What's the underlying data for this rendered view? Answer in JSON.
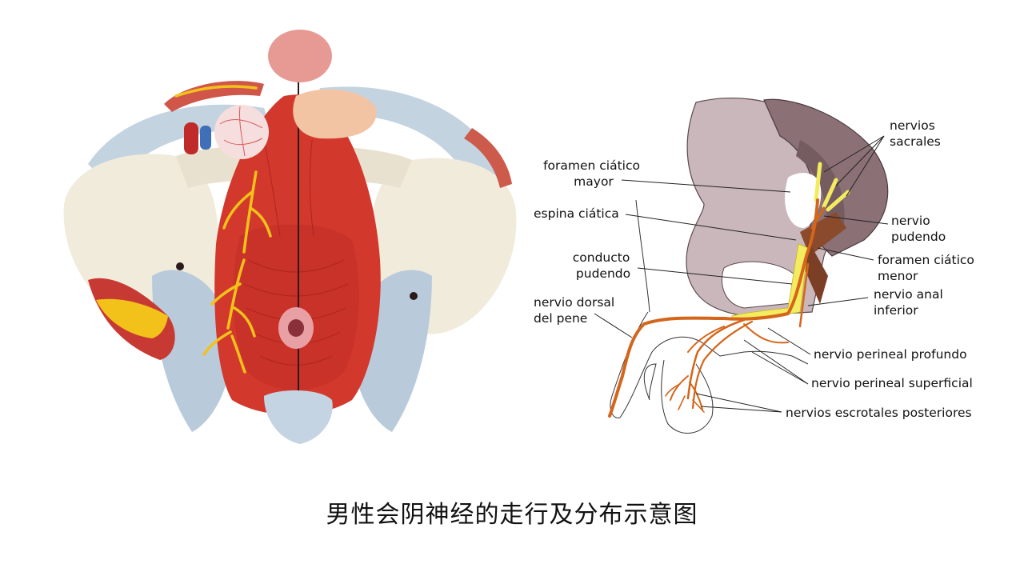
{
  "caption": "男性会阴神经的走行及分布示意图",
  "figure_left": {
    "subject": "3D anatomical model of male pelvic floor with pudendal nerve branches"
  },
  "diagram": {
    "labels": {
      "nervios_sacrales": [
        "nervios",
        "sacrales"
      ],
      "foramen_ciatico_mayor": [
        "foramen ciático",
        "mayor"
      ],
      "espina_ciatica": [
        "espina ciática"
      ],
      "nervio_pudendo": [
        "nervio",
        "pudendo"
      ],
      "conducto_pudendo": [
        "conducto",
        "pudendo"
      ],
      "foramen_ciatico_menor": [
        "foramen ciático",
        "menor"
      ],
      "nervio_anal_inferior": [
        "nervio anal",
        "inferior"
      ],
      "nervio_dorsal": [
        "nervio dorsal",
        "del pene"
      ],
      "nervio_perineal_profundo": [
        "nervio perineal profundo"
      ],
      "nervio_perineal_superficial": [
        "nervio perineal superficial"
      ],
      "nervios_escrotales": [
        "nervios escrotales posteriores"
      ]
    },
    "colors": {
      "nerve": "#d4651a",
      "pudendal_canal": "#f2ea5a",
      "bone": "#c8b6bc",
      "sacrum": "#8a6f73",
      "ligament": "#8b4a2a"
    }
  }
}
